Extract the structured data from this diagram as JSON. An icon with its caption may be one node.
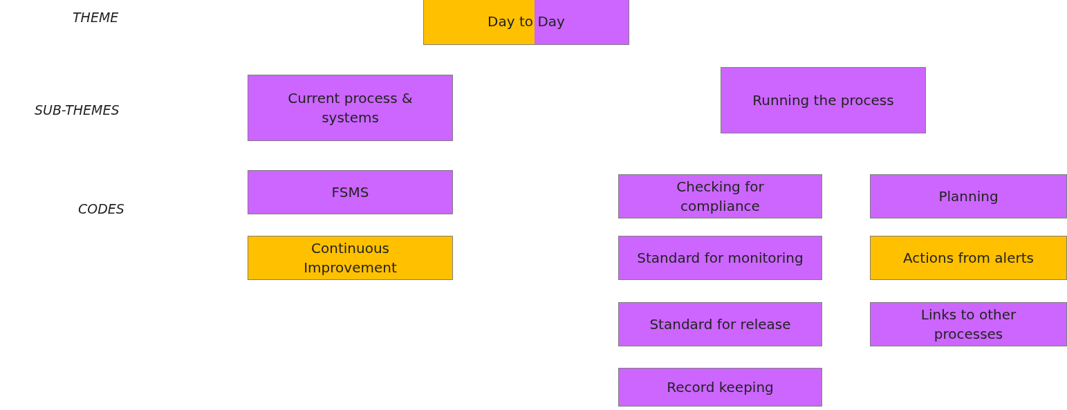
{
  "diagram": {
    "nodes": [
      {
        "text": [
          "Day to Day"
        ]
      },
      {
        "text": [
          "Current process & systems"
        ]
      },
      {
        "text": [
          "Running the process"
        ]
      },
      {
        "text": [
          "FSMS"
        ]
      },
      {
        "text": [
          "Continuous Improvement"
        ]
      },
      {
        "text": [
          "Checking for compliance"
        ]
      },
      {
        "text": [
          "Planning"
        ]
      },
      {
        "text": [
          "Standard for monitoring"
        ]
      },
      {
        "text": [
          "Actions from alerts"
        ]
      },
      {
        "text": [
          "Standard for release"
        ]
      },
      {
        "text": [
          "Links to other processes"
        ]
      },
      {
        "text": [
          "Record keeping"
        ]
      }
    ],
    "edges": [],
    "labels": [
      "THEME",
      "SUB-THEMES",
      "CODES"
    ]
  }
}
